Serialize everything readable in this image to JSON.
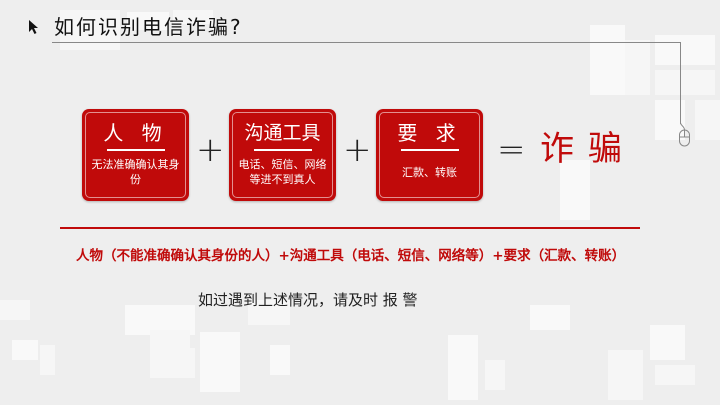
{
  "slide": {
    "title": "如何识别电信诈骗?",
    "boxes": [
      {
        "heading": "人 物",
        "description": "无法准确确认其身份"
      },
      {
        "heading": "沟通工具",
        "description": "电话、短信、网络等进不到真人"
      },
      {
        "heading": "要 求",
        "description": "汇款、转账"
      }
    ],
    "operators": {
      "plus1": "+",
      "plus2": "+",
      "equals": "="
    },
    "result": "诈骗",
    "formula": "人物（不能准确确认其身份的人）+沟通工具（电话、短信、网络等）+要求（汇款、转账）",
    "advice": "如过遇到上述情况，请及时 报 警"
  },
  "colors": {
    "accent": "#c00a0a",
    "background": "#eeeeee",
    "text": "#222222"
  },
  "icons": {
    "title_marker": "cursor-arrow-icon",
    "decoration": "computer-mouse-icon"
  }
}
